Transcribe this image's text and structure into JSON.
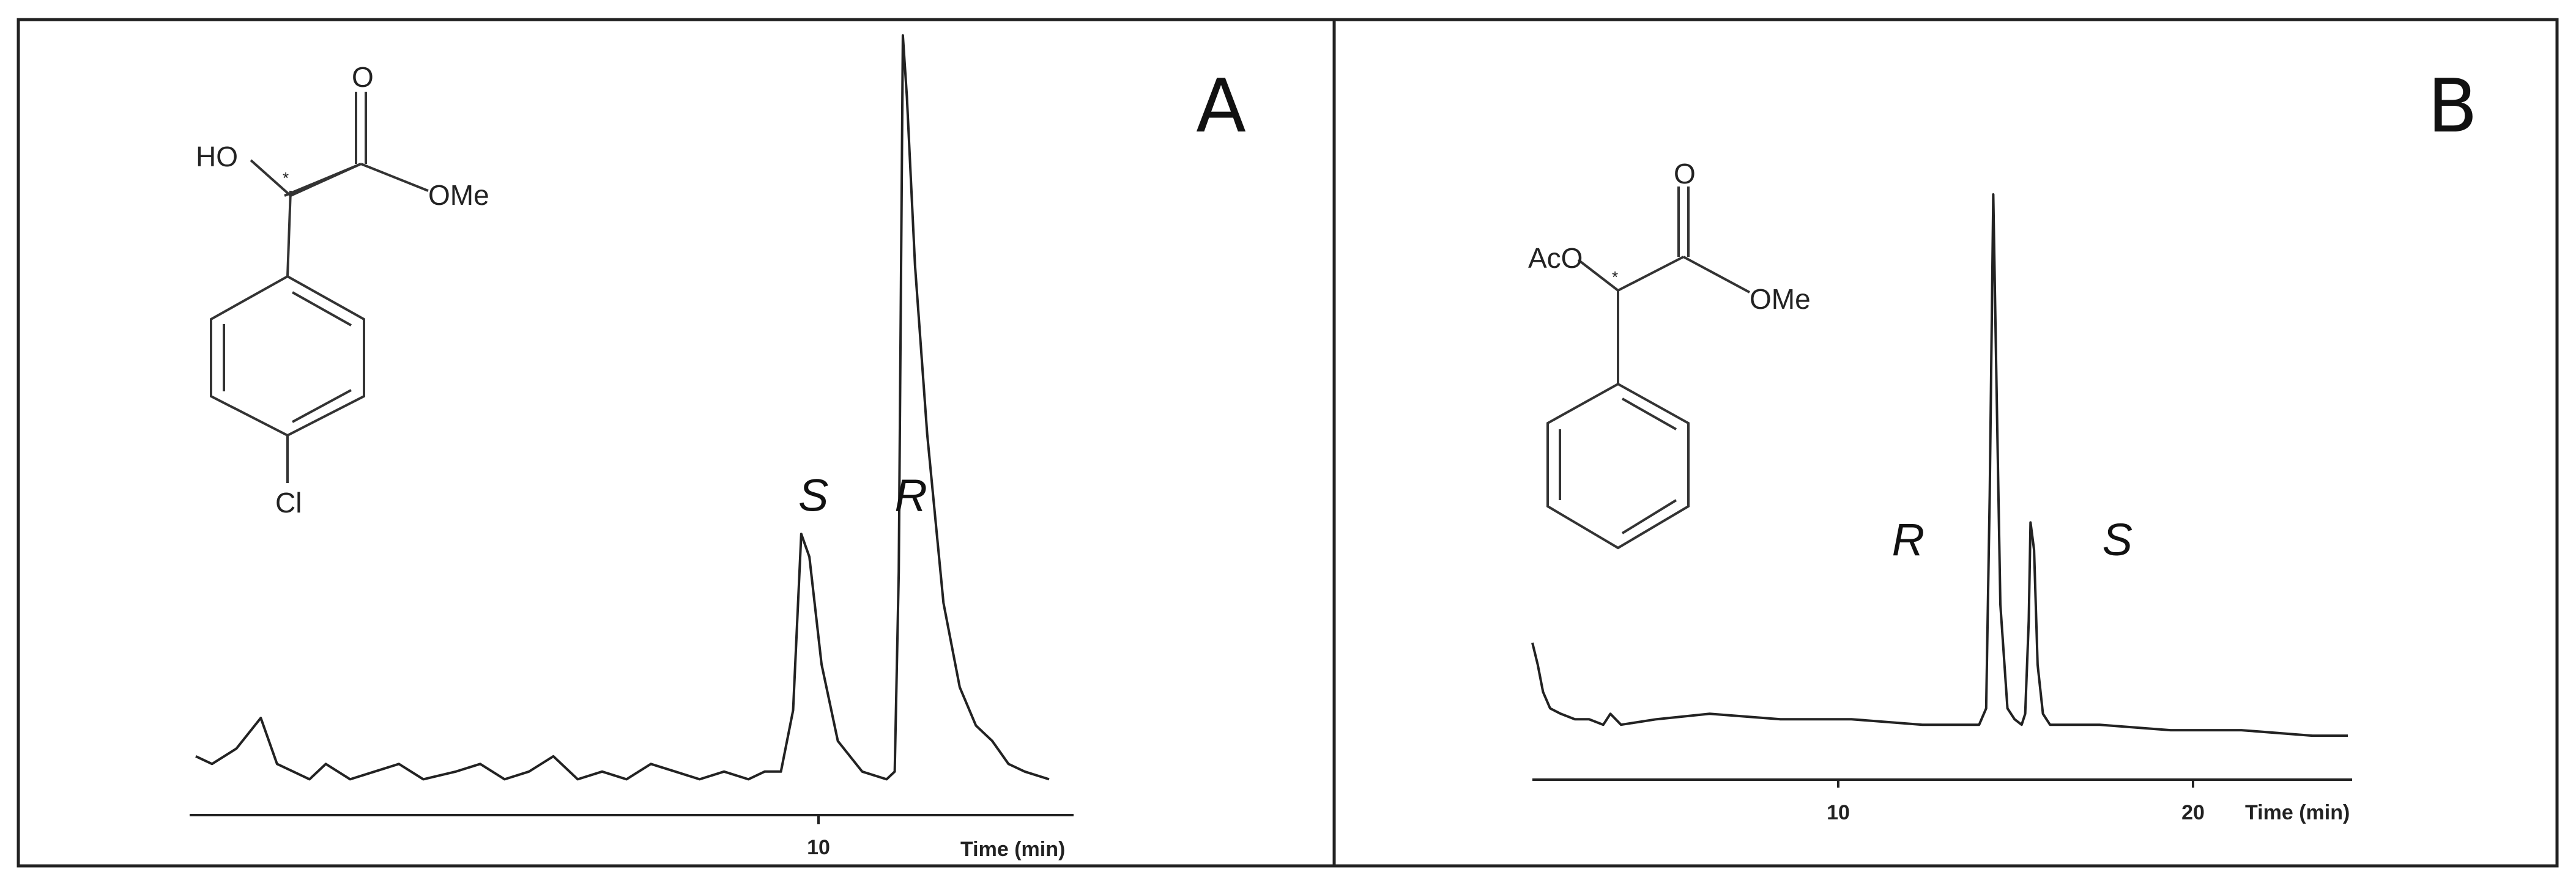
{
  "chart_data": [
    {
      "type": "line",
      "panel_label": "A",
      "xlabel": "Time (min)",
      "xticks": [
        10
      ],
      "xlim": [
        1.0,
        11.5
      ],
      "ylim": [
        0,
        100
      ],
      "grid": false,
      "peak_labels": [
        {
          "text": "S",
          "x": 8.6,
          "y": 38
        },
        {
          "text": "R",
          "x": 9.8,
          "y": 38
        }
      ],
      "series": [
        {
          "x": [
            1.0,
            1.2,
            1.5,
            1.8,
            2.0,
            2.2,
            2.4,
            2.6,
            2.9,
            3.2,
            3.5,
            3.8,
            4.2,
            4.5,
            4.8,
            5.1,
            5.4,
            5.7,
            6.0,
            6.3,
            6.6,
            6.9,
            7.2,
            7.5,
            7.8,
            8.0,
            8.2,
            8.35,
            8.45,
            8.55,
            8.7,
            8.9,
            9.2,
            9.5,
            9.6,
            9.65,
            9.7,
            9.75,
            9.85,
            10.0,
            10.2,
            10.4,
            10.6,
            10.8,
            11.0,
            11.2,
            11.5
          ],
          "y": [
            6,
            5,
            7,
            11,
            5,
            4,
            3,
            5,
            3,
            4,
            5,
            3,
            4,
            5,
            3,
            4,
            6,
            3,
            4,
            3,
            5,
            4,
            3,
            4,
            3,
            4,
            4,
            12,
            35,
            32,
            18,
            8,
            4,
            3,
            4,
            30,
            100,
            92,
            70,
            48,
            26,
            15,
            10,
            8,
            5,
            4,
            3
          ]
        }
      ],
      "structure": {
        "labels": [
          "O",
          "HO",
          "OMe",
          "*",
          "Cl"
        ]
      }
    },
    {
      "type": "line",
      "panel_label": "B",
      "xlabel": "Time (min)",
      "xticks": [
        10,
        20
      ],
      "xlim": [
        1.0,
        24.0
      ],
      "ylim": [
        0,
        100
      ],
      "grid": false,
      "peak_labels": [
        {
          "text": "R",
          "x": 11.6,
          "y": 34
        },
        {
          "text": "S",
          "x": 17.5,
          "y": 34
        }
      ],
      "series": [
        {
          "x": [
            1.0,
            1.15,
            1.3,
            1.5,
            1.8,
            2.2,
            2.6,
            3.0,
            3.2,
            3.5,
            4.5,
            6.0,
            8.0,
            10.0,
            12.0,
            13.0,
            13.6,
            13.8,
            13.9,
            14.0,
            14.1,
            14.2,
            14.4,
            14.6,
            14.8,
            14.9,
            15.0,
            15.05,
            15.15,
            15.25,
            15.4,
            15.6,
            16.0,
            17.0,
            19.0,
            21.0,
            23.0,
            24.0
          ],
          "y": [
            18,
            14,
            9,
            6,
            5,
            4,
            4,
            3,
            5,
            3,
            4,
            5,
            4,
            4,
            3,
            3,
            3,
            6,
            45,
            100,
            62,
            25,
            6,
            4,
            3,
            5,
            22,
            40,
            35,
            14,
            5,
            3,
            3,
            3,
            2,
            2,
            1,
            1
          ]
        }
      ],
      "structure": {
        "labels": [
          "O",
          "AcO",
          "OMe",
          "*"
        ]
      }
    }
  ]
}
